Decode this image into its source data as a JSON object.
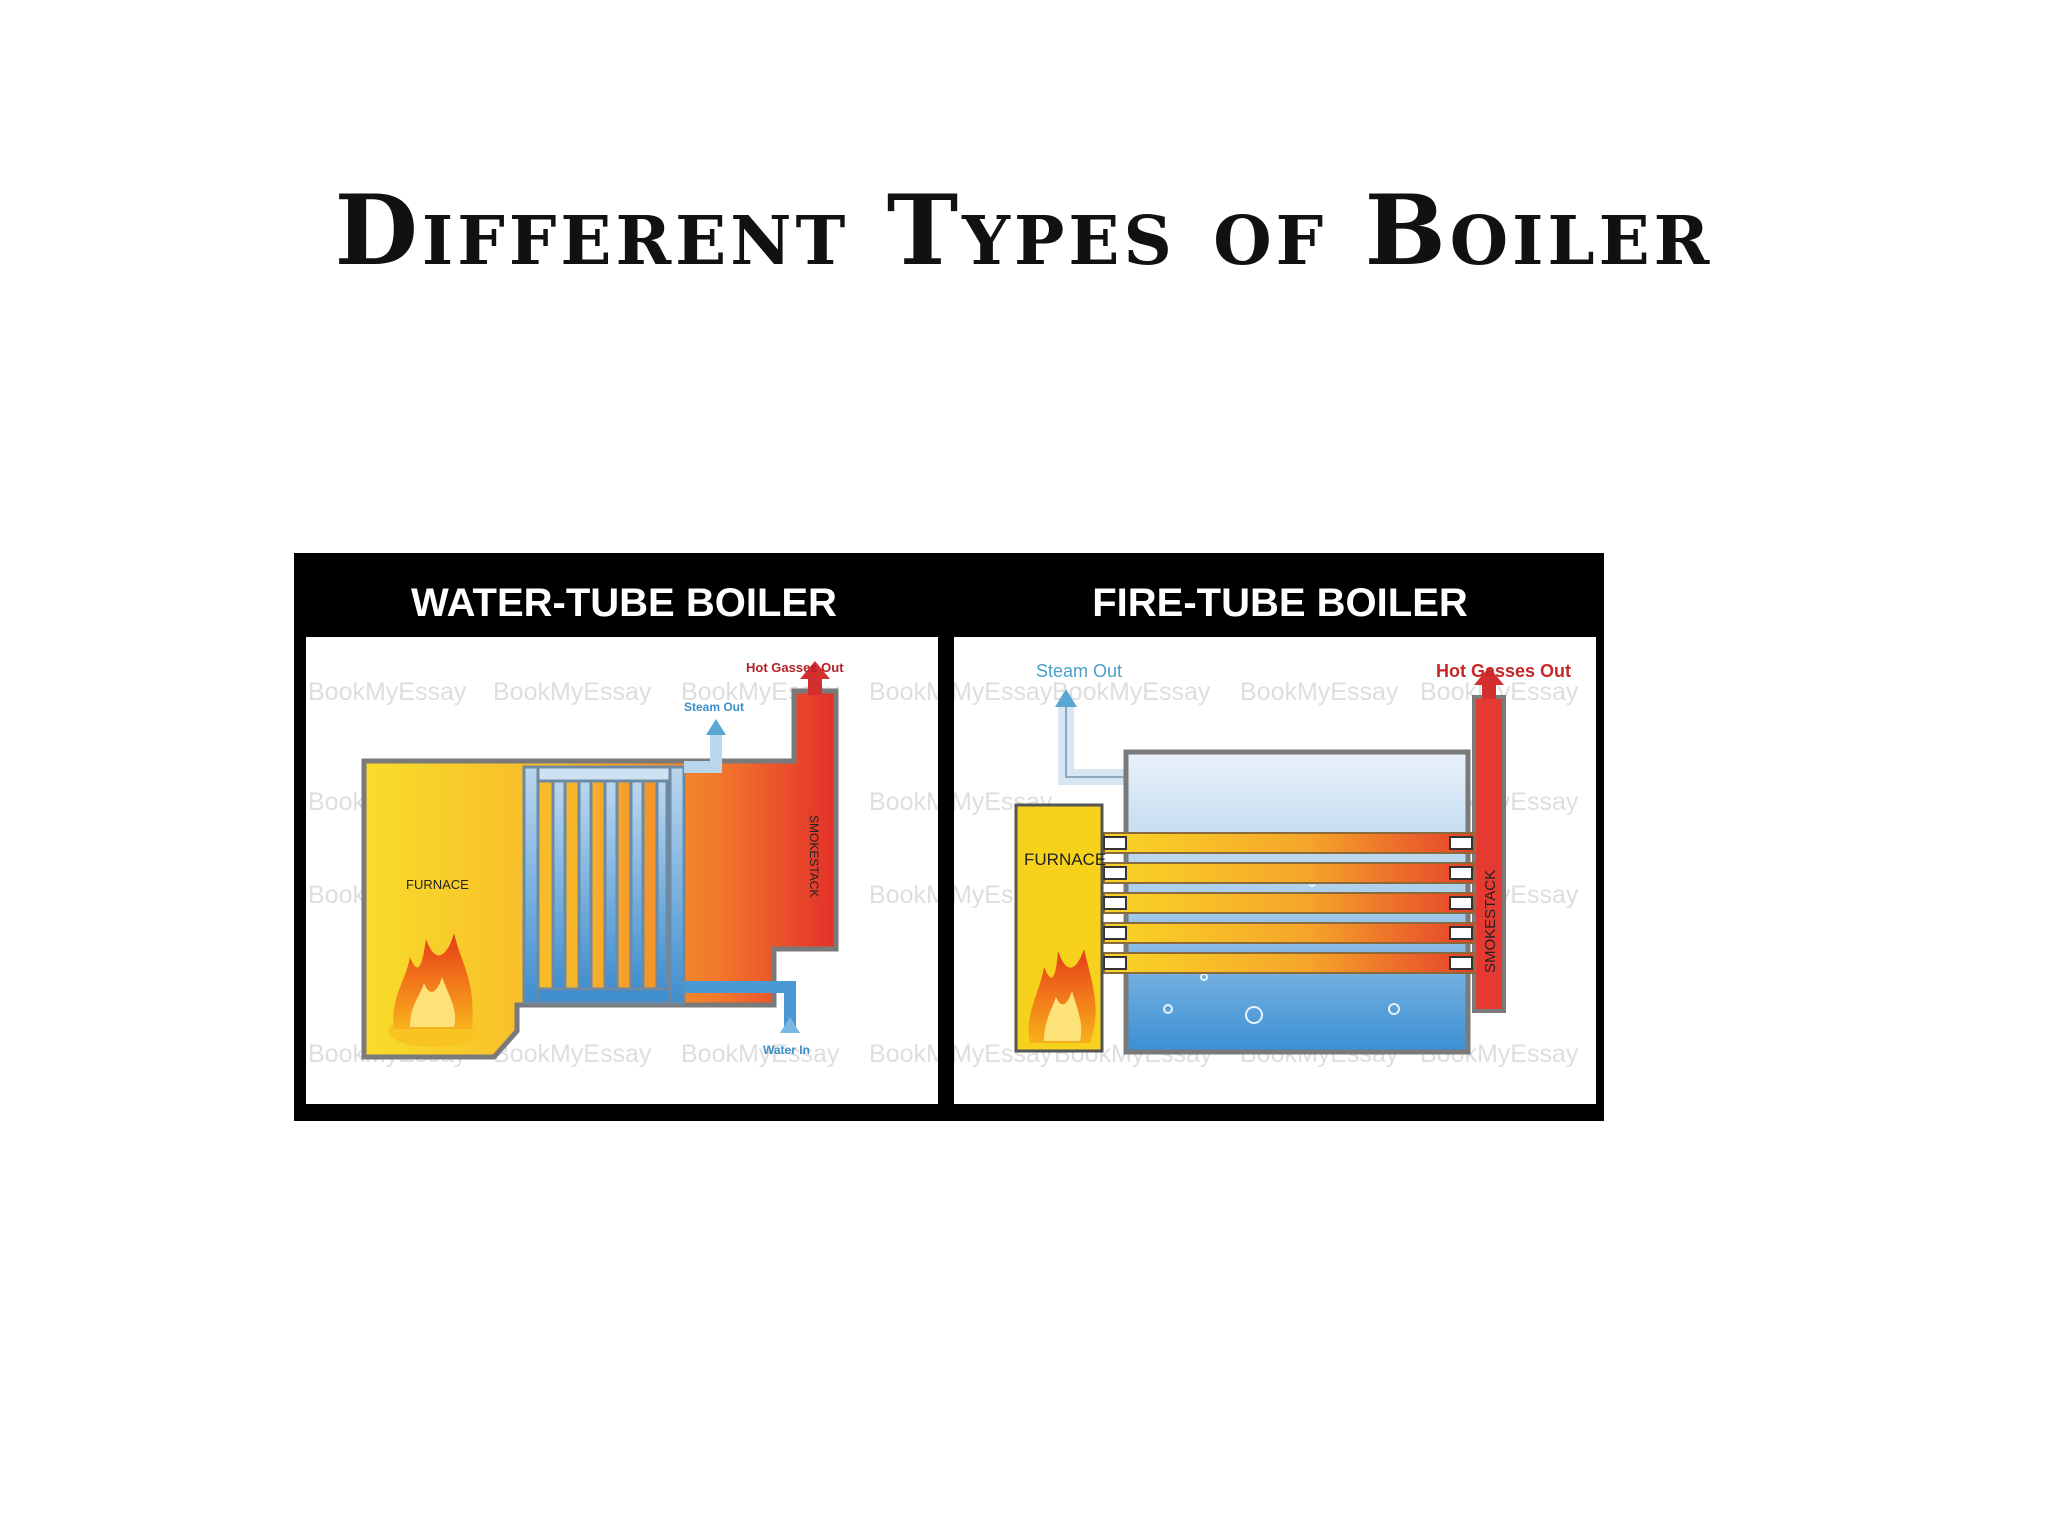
{
  "title": "Different Types of Boiler",
  "water_tube": {
    "heading": "WATER-TUBE BOILER",
    "hot_gasses_label": "Hot Gasses Out",
    "steam_label": "Steam Out",
    "furnace_label": "FURNACE",
    "smokestack_label": "SMOKESTACK",
    "water_label": "Water In"
  },
  "fire_tube": {
    "heading": "FIRE-TUBE BOILER",
    "steam_label": "Steam Out",
    "hot_gasses_label": "Hot Gasses Out",
    "furnace_label": "FURNACE",
    "smokestack_label": "SMOKESTACK"
  },
  "watermark": "BookMyEssay",
  "colors": {
    "steam": "#5aa7d6",
    "hot_gas": "#d32f2f",
    "furnace": "#f7d21c"
  }
}
